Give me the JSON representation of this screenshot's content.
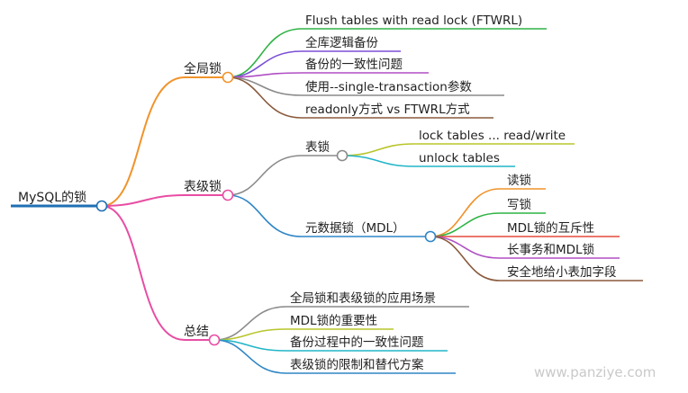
{
  "root": {
    "label": "MySQL的锁",
    "color": "#1f6fb2"
  },
  "branches": [
    {
      "label": "全局锁",
      "color": "#f0932b",
      "children": [
        {
          "label": "Flush tables with read lock (FTWRL)",
          "color": "#2fb344"
        },
        {
          "label": "全库逻辑备份",
          "color": "#7b4fd6"
        },
        {
          "label": "备份的一致性问题",
          "color": "#b04fc4"
        },
        {
          "label": "使用--single-transaction参数",
          "color": "#8a8a8a"
        },
        {
          "label": "readonly方式 vs FTWRL方式",
          "color": "#8a5a3c"
        }
      ]
    },
    {
      "label": "表级锁",
      "color": "#e84da3",
      "children": [
        {
          "label": "表锁",
          "color": "#8a8a8a",
          "children": [
            {
              "label": "lock tables ... read/write",
              "color": "#b8c52a"
            },
            {
              "label": "unlock tables",
              "color": "#22b5c7"
            }
          ]
        },
        {
          "label": "元数据锁（MDL）",
          "color": "#2f86c6",
          "children": [
            {
              "label": "读锁",
              "color": "#f0932b"
            },
            {
              "label": "写锁",
              "color": "#2fb344"
            },
            {
              "label": "MDL锁的互斥性",
              "color": "#e5483b"
            },
            {
              "label": "长事务和MDL锁",
              "color": "#b04fc4"
            },
            {
              "label": "安全地给小表加字段",
              "color": "#8a5a3c"
            }
          ]
        }
      ]
    },
    {
      "label": "总结",
      "color": "#e84da3",
      "children": [
        {
          "label": "全局锁和表级锁的应用场景",
          "color": "#8a8a8a"
        },
        {
          "label": "MDL锁的重要性",
          "color": "#b8c52a"
        },
        {
          "label": "备份过程中的一致性问题",
          "color": "#22b5c7"
        },
        {
          "label": "表级锁的限制和替代方案",
          "color": "#2f86c6"
        }
      ]
    }
  ],
  "watermark": "www.panziye.com"
}
